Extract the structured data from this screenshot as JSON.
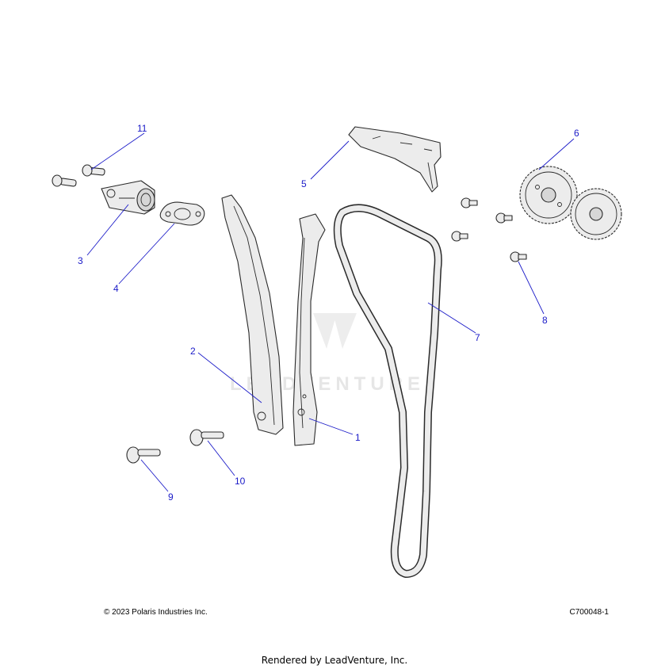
{
  "diagram": {
    "callouts": [
      "1",
      "2",
      "3",
      "4",
      "5",
      "6",
      "7",
      "8",
      "9",
      "10",
      "11"
    ],
    "watermark": "LEADVENTURE"
  },
  "footer": {
    "copyright": "© 2023 Polaris Industries Inc.",
    "diagram_id": "C700048-1",
    "rendered_by": "Rendered by LeadVenture, Inc."
  }
}
